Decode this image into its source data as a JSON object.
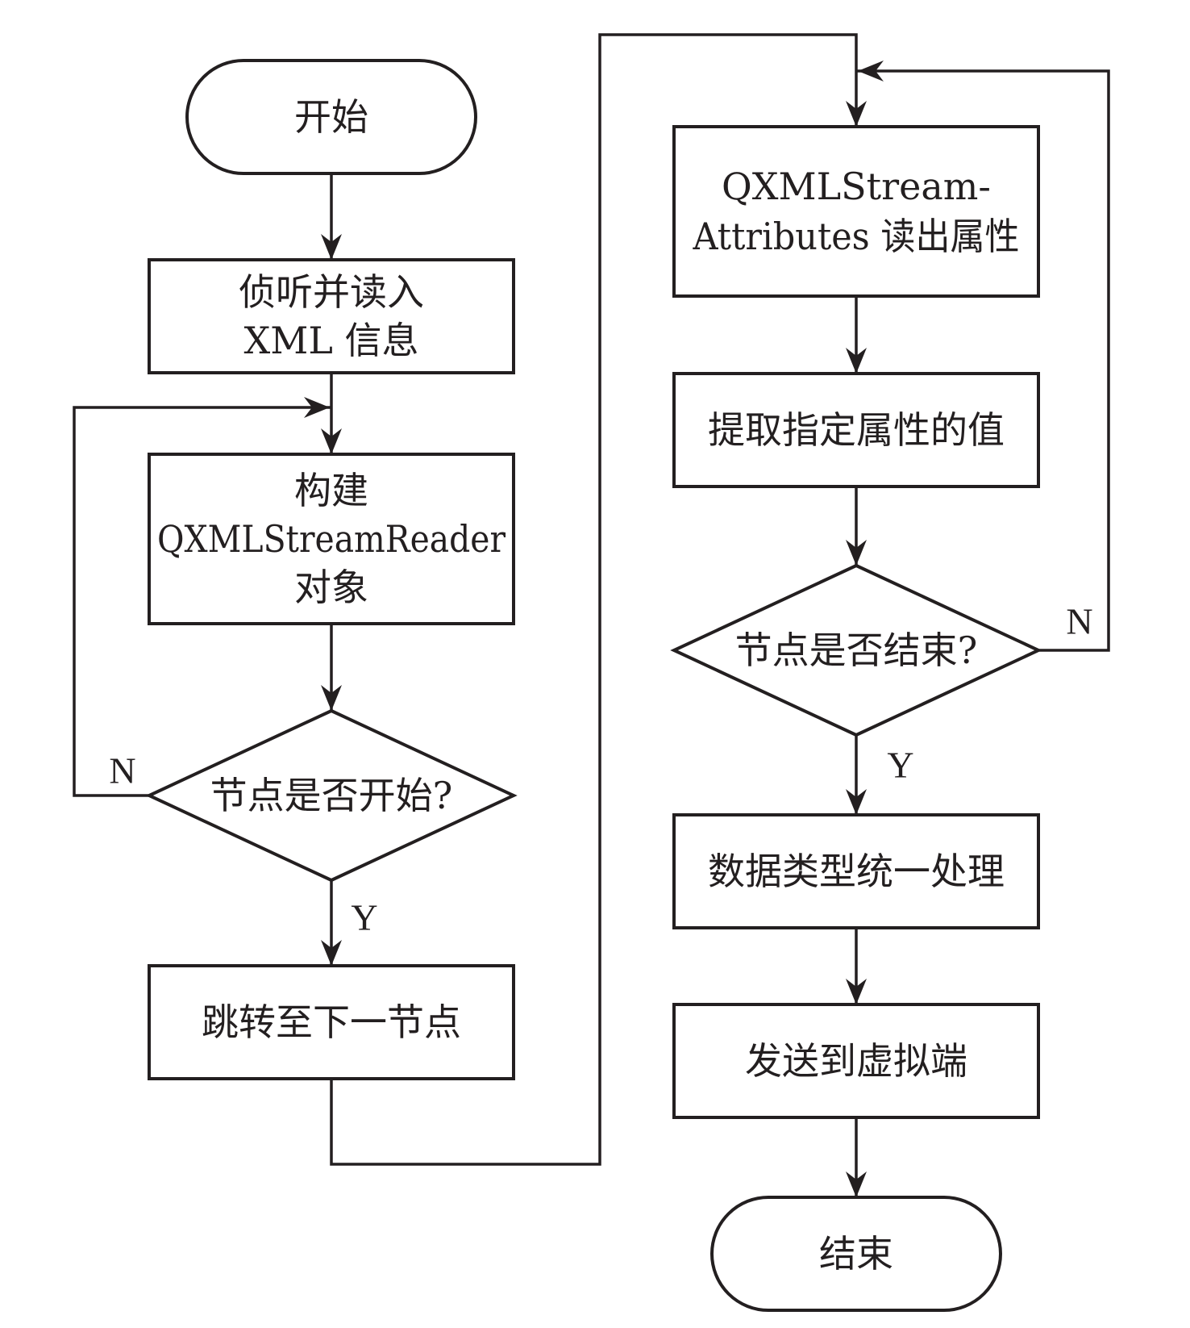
{
  "diagram": {
    "type": "flowchart",
    "nodes": {
      "start": {
        "kind": "terminator",
        "lines": [
          "开始"
        ]
      },
      "listen": {
        "kind": "process",
        "lines": [
          "侦听并读入",
          "XML 信息"
        ]
      },
      "build": {
        "kind": "process",
        "lines": [
          "构建",
          "QXMLStreamReader",
          "对象"
        ]
      },
      "node_start_check": {
        "kind": "decision",
        "lines": [
          "节点是否开始?"
        ]
      },
      "jump": {
        "kind": "process",
        "lines": [
          "跳转至下一节点"
        ]
      },
      "read_attrs": {
        "kind": "process",
        "lines": [
          "QXMLStream-",
          "Attributes 读出属性"
        ]
      },
      "extract": {
        "kind": "process",
        "lines": [
          "提取指定属性的值"
        ]
      },
      "node_end_check": {
        "kind": "decision",
        "lines": [
          "节点是否结束?"
        ]
      },
      "unify": {
        "kind": "process",
        "lines": [
          "数据类型统一处理"
        ]
      },
      "send": {
        "kind": "process",
        "lines": [
          "发送到虚拟端"
        ]
      },
      "end": {
        "kind": "terminator",
        "lines": [
          "结束"
        ]
      }
    },
    "edges": [
      {
        "from": "start",
        "to": "listen",
        "label": ""
      },
      {
        "from": "listen",
        "to": "build",
        "label": ""
      },
      {
        "from": "build",
        "to": "node_start_check",
        "label": ""
      },
      {
        "from": "node_start_check",
        "to": "jump",
        "label": "Y"
      },
      {
        "from": "node_start_check",
        "to": "build",
        "label": "N"
      },
      {
        "from": "jump",
        "to": "read_attrs",
        "label": ""
      },
      {
        "from": "read_attrs",
        "to": "extract",
        "label": ""
      },
      {
        "from": "extract",
        "to": "node_end_check",
        "label": ""
      },
      {
        "from": "node_end_check",
        "to": "unify",
        "label": "Y"
      },
      {
        "from": "node_end_check",
        "to": "read_attrs",
        "label": "N"
      },
      {
        "from": "unify",
        "to": "send",
        "label": ""
      },
      {
        "from": "send",
        "to": "end",
        "label": ""
      }
    ],
    "branch_labels": {
      "yes": "Y",
      "no": "N"
    }
  }
}
